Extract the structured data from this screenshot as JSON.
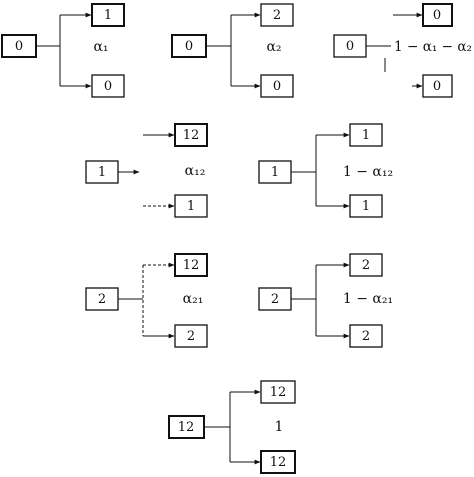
{
  "diagram": {
    "transitions": [
      {
        "from": "0",
        "to_top": "1",
        "to_bottom": "0",
        "probability": "α₁"
      },
      {
        "from": "0",
        "to_top": "2",
        "to_bottom": "0",
        "probability": "α₂"
      },
      {
        "from": "0",
        "to_top": "0",
        "to_bottom": "0",
        "probability": "1 − α₁ − α₂"
      },
      {
        "from": "1",
        "to_top": "12",
        "to_bottom": "1",
        "probability": "α₁₂"
      },
      {
        "from": "1",
        "to_top": "1",
        "to_bottom": "1",
        "probability": "1 − α₁₂"
      },
      {
        "from": "2",
        "to_top": "12",
        "to_bottom": "2",
        "probability": "α₂₁"
      },
      {
        "from": "2",
        "to_top": "2",
        "to_bottom": "2",
        "probability": "1 − α₂₁"
      },
      {
        "from": "12",
        "to_top": "12",
        "to_bottom": "12",
        "probability": "1"
      }
    ]
  }
}
